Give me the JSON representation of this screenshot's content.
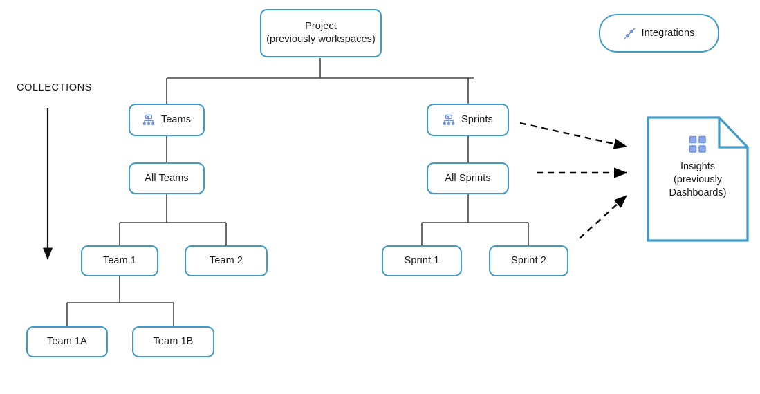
{
  "diagram": {
    "title_label": "COLLECTIONS",
    "colors": {
      "node_border": "#3E9BC9",
      "node_fill": "#FFFFFF",
      "edge": "#444444",
      "dashed_edge": "#000000",
      "icon_blue": "#6C8FE8",
      "doc_border": "#3E9BC9",
      "text": "#1A1A1A"
    },
    "nodes": {
      "project": {
        "label": "Project\n(previously workspaces)",
        "icon": "none"
      },
      "integrations": {
        "label": "Integrations",
        "icon": "link-icon"
      },
      "teams": {
        "label": "Teams",
        "icon": "hierarchy-icon"
      },
      "sprints": {
        "label": "Sprints",
        "icon": "hierarchy-icon"
      },
      "all_teams": {
        "label": "All Teams",
        "icon": "none"
      },
      "all_sprints": {
        "label": "All Sprints",
        "icon": "none"
      },
      "team_1": {
        "label": "Team 1",
        "icon": "none"
      },
      "team_2": {
        "label": "Team 2",
        "icon": "none"
      },
      "sprint_1": {
        "label": "Sprint 1",
        "icon": "none"
      },
      "sprint_2": {
        "label": "Sprint 2",
        "icon": "none"
      },
      "team_1a": {
        "label": "Team 1A",
        "icon": "none"
      },
      "team_1b": {
        "label": "Team 1B",
        "icon": "none"
      },
      "insights": {
        "label": "Insights\n(previously\nDashboards)",
        "icon": "grid-2x2-icon",
        "shape": "document"
      }
    },
    "edges": [
      {
        "from": "project",
        "to": "teams",
        "style": "solid"
      },
      {
        "from": "project",
        "to": "sprints",
        "style": "solid"
      },
      {
        "from": "teams",
        "to": "all_teams",
        "style": "solid"
      },
      {
        "from": "all_teams",
        "to": "team_1",
        "style": "solid"
      },
      {
        "from": "all_teams",
        "to": "team_2",
        "style": "solid"
      },
      {
        "from": "team_1",
        "to": "team_1a",
        "style": "solid"
      },
      {
        "from": "team_1",
        "to": "team_1b",
        "style": "solid"
      },
      {
        "from": "sprints",
        "to": "all_sprints",
        "style": "solid"
      },
      {
        "from": "all_sprints",
        "to": "sprint_1",
        "style": "solid"
      },
      {
        "from": "all_sprints",
        "to": "sprint_2",
        "style": "solid"
      },
      {
        "from": "sprints",
        "to": "insights",
        "style": "dashed-arrow"
      },
      {
        "from": "all_sprints",
        "to": "insights",
        "style": "dashed-arrow"
      },
      {
        "from": "sprint_2",
        "to": "insights",
        "style": "dashed-arrow"
      }
    ],
    "collections_arrow": {
      "direction": "down",
      "color": "#111111"
    }
  }
}
